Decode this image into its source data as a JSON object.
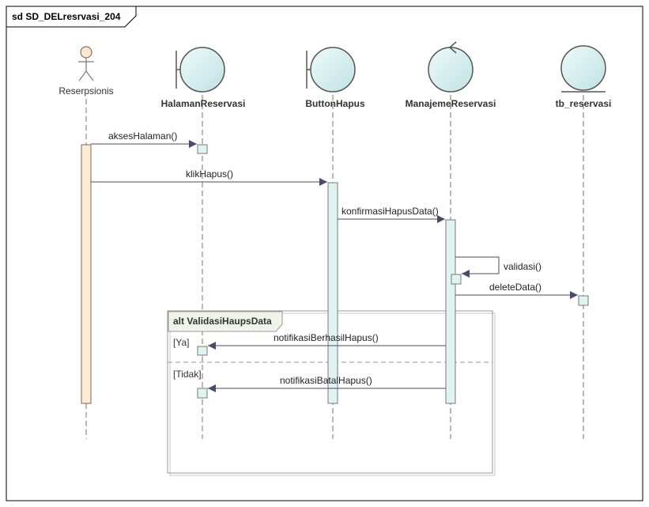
{
  "frame": {
    "title": "sd SD_DELresrvasi_204"
  },
  "lifelines": [
    {
      "id": "reserpsionis",
      "kind": "actor",
      "label": "Reserpsionis"
    },
    {
      "id": "halaman",
      "kind": "boundary",
      "label": "HalamanReservasi"
    },
    {
      "id": "button",
      "kind": "boundary",
      "label": "ButtonHapus"
    },
    {
      "id": "manajemen",
      "kind": "control",
      "label": "ManajemeReservasi"
    },
    {
      "id": "tb",
      "kind": "entity",
      "label": "tb_reservasi"
    }
  ],
  "messages": [
    {
      "id": "m1",
      "label": "aksesHalaman()"
    },
    {
      "id": "m2",
      "label": "klikHapus()"
    },
    {
      "id": "m3",
      "label": "konfirmasiHapusData()"
    },
    {
      "id": "m4",
      "label": "validasi()"
    },
    {
      "id": "m5",
      "label": "deleteData()"
    },
    {
      "id": "m6",
      "label": "notifikasiBerhasilHapus()"
    },
    {
      "id": "m7",
      "label": "notifikasiBatalHapus()"
    }
  ],
  "fragment": {
    "title": "alt ValidasiHaupsData",
    "guards": [
      "[Ya]",
      "[Tidak]"
    ]
  },
  "colors": {
    "frame": "#000000",
    "line": "#4a4a6a",
    "lifeline_dash": "#8a6a6a",
    "actor_activation": "#fdebd5",
    "activation": "#dff3f3",
    "activation_border": "#7a7a7a",
    "object_fill": "#cdecec",
    "object_border": "#555555",
    "fragment_border": "#999999",
    "fragment_tab": "#eef5e8"
  }
}
